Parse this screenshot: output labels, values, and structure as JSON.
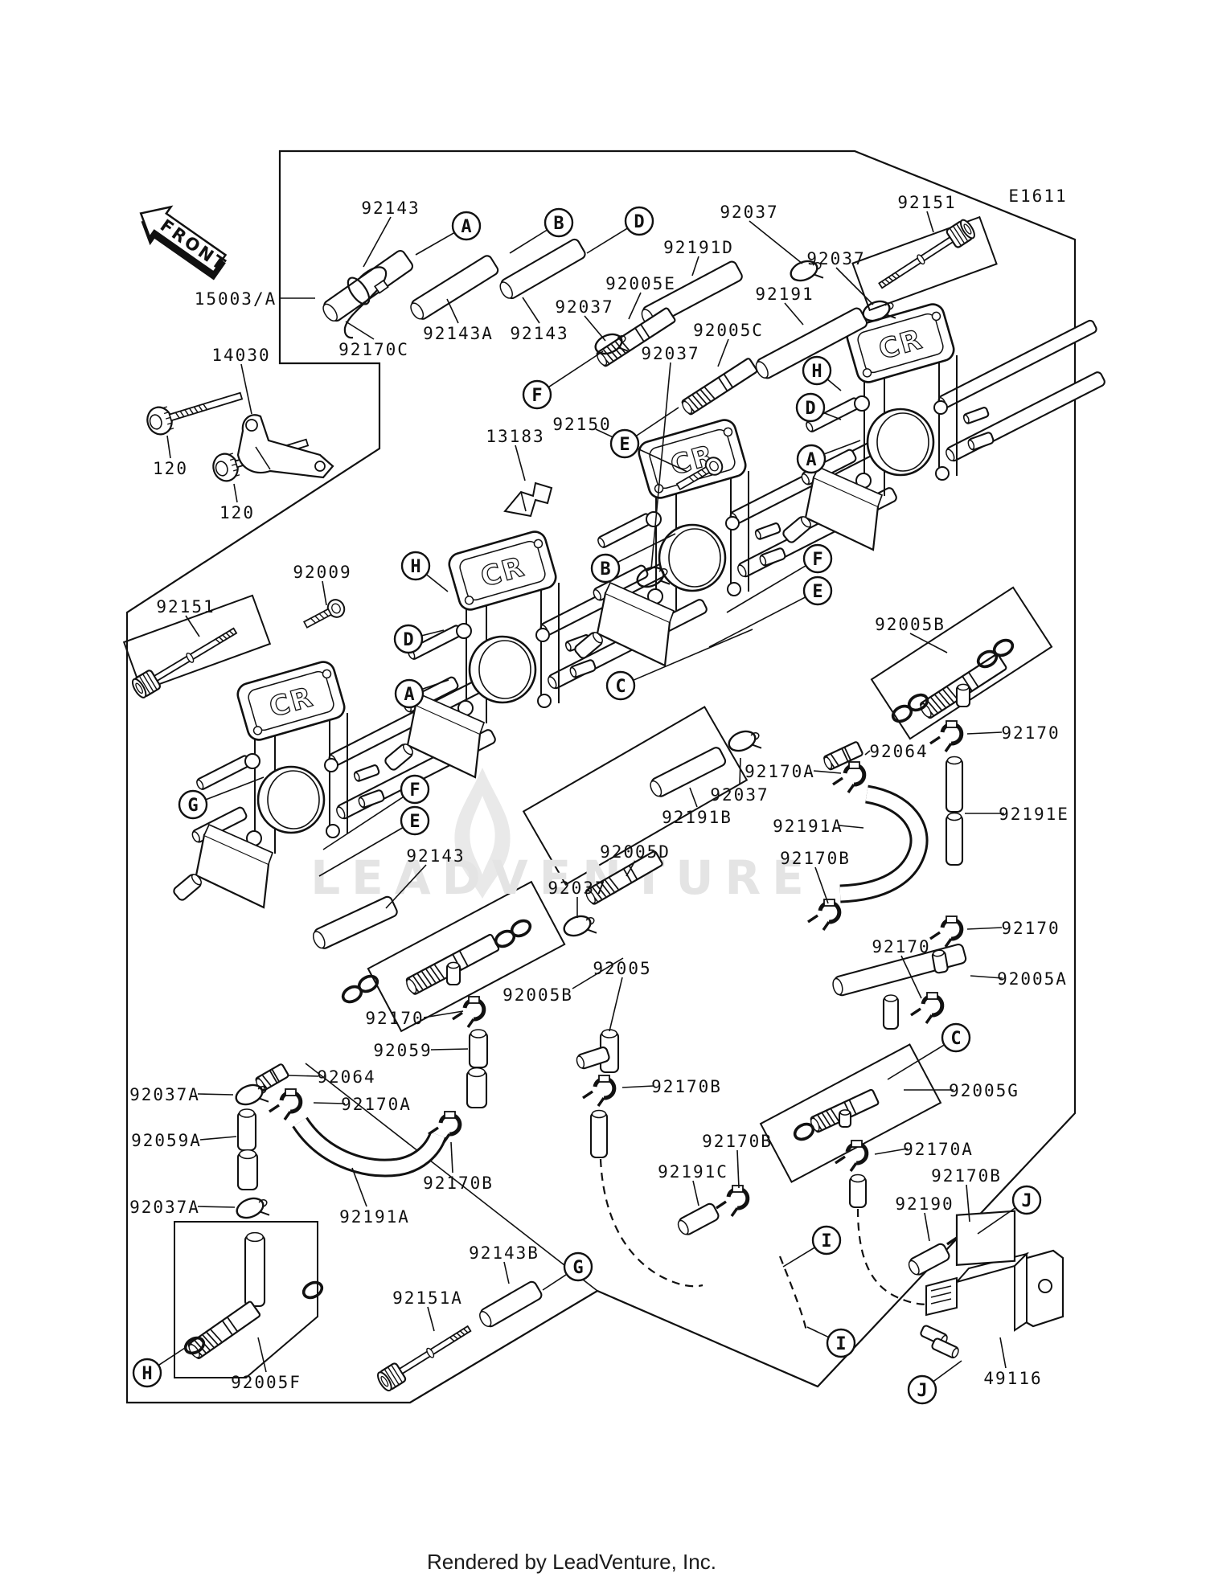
{
  "meta": {
    "code": "E1611",
    "front": "FRONT",
    "cap_logo": "CR",
    "watermark": "LEADVENTURE",
    "footer": "Rendered by LeadVenture, Inc.",
    "colors": {
      "line": "#111111",
      "background": "#ffffff",
      "watermark": "#e4e4e4"
    }
  },
  "part_labels": [
    [
      "15003/A",
      293,
      371,
      [
        347,
        371,
        392,
        371
      ]
    ],
    [
      "92143",
      486,
      258,
      [
        486,
        270,
        452,
        332
      ]
    ],
    [
      "92143A",
      570,
      414,
      [
        570,
        402,
        556,
        372
      ]
    ],
    [
      "92143",
      671,
      414,
      [
        671,
        402,
        650,
        370
      ]
    ],
    [
      "92170C",
      465,
      434,
      [
        465,
        422,
        430,
        400
      ]
    ],
    [
      "14030",
      300,
      441,
      [
        300,
        453,
        313,
        515
      ]
    ],
    [
      "120",
      212,
      582,
      [
        212,
        570,
        208,
        542
      ]
    ],
    [
      "120",
      295,
      637,
      [
        295,
        625,
        291,
        602
      ]
    ],
    [
      "92005E",
      797,
      352,
      [
        797,
        364,
        782,
        397
      ]
    ],
    [
      "92191D",
      869,
      307,
      [
        869,
        319,
        861,
        343
      ]
    ],
    [
      "92037",
      932,
      263,
      [
        932,
        275,
        998,
        328
      ]
    ],
    [
      "92037",
      1040,
      321,
      [
        1040,
        333,
        1086,
        379
      ]
    ],
    [
      "92191",
      976,
      365,
      [
        976,
        377,
        999,
        404
      ]
    ],
    [
      "92005C",
      906,
      410,
      [
        906,
        422,
        893,
        456
      ]
    ],
    [
      "92037",
      727,
      381,
      [
        727,
        393,
        753,
        424
      ]
    ],
    [
      "92037",
      834,
      439,
      [
        834,
        451,
        810,
        708
      ]
    ],
    [
      "92151",
      1153,
      251,
      [
        1153,
        263,
        1161,
        289
      ]
    ],
    [
      "E1611",
      1291,
      243,
      null
    ],
    [
      "92150",
      724,
      527,
      [
        741,
        534,
        855,
        587
      ]
    ],
    [
      "13183",
      641,
      542,
      [
        641,
        554,
        653,
        598
      ]
    ],
    [
      "92009",
      401,
      711,
      [
        401,
        723,
        406,
        753
      ]
    ],
    [
      "92151",
      231,
      754,
      [
        231,
        766,
        248,
        792
      ]
    ],
    [
      "92005B",
      1132,
      776,
      [
        1132,
        788,
        1178,
        812
      ]
    ],
    [
      "92064",
      1118,
      934,
      [
        1082,
        934,
        1076,
        939
      ]
    ],
    [
      "92170A",
      970,
      959,
      [
        1012,
        959,
        1046,
        962
      ]
    ],
    [
      "92170",
      1282,
      911,
      [
        1246,
        911,
        1203,
        913
      ]
    ],
    [
      "92191E",
      1286,
      1012,
      [
        1249,
        1012,
        1200,
        1012
      ]
    ],
    [
      "92170",
      1282,
      1154,
      [
        1246,
        1154,
        1203,
        1156
      ]
    ],
    [
      "92005A",
      1284,
      1217,
      [
        1247,
        1217,
        1207,
        1214
      ]
    ],
    [
      "92170",
      1121,
      1177,
      [
        1121,
        1189,
        1146,
        1242
      ]
    ],
    [
      "92005G",
      1224,
      1356,
      [
        1186,
        1356,
        1124,
        1356
      ]
    ],
    [
      "92170A",
      1167,
      1429,
      [
        1129,
        1429,
        1088,
        1436
      ]
    ],
    [
      "92170B",
      1202,
      1462,
      [
        1202,
        1474,
        1206,
        1520
      ]
    ],
    [
      "92190",
      1150,
      1497,
      [
        1150,
        1509,
        1156,
        1544
      ]
    ],
    [
      "49116",
      1260,
      1714,
      [
        1251,
        1702,
        1244,
        1664
      ]
    ],
    [
      "92037",
      920,
      988,
      [
        920,
        976,
        921,
        943
      ]
    ],
    [
      "92191B",
      867,
      1016,
      [
        867,
        1004,
        858,
        980
      ]
    ],
    [
      "92005D",
      790,
      1059,
      [
        790,
        1071,
        779,
        1090
      ]
    ],
    [
      "92191A",
      1005,
      1027,
      [
        1044,
        1027,
        1074,
        1030
      ]
    ],
    [
      "92170B",
      1014,
      1067,
      [
        1014,
        1079,
        1030,
        1124
      ]
    ],
    [
      "92005",
      774,
      1204,
      [
        774,
        1216,
        758,
        1283
      ]
    ],
    [
      "92037",
      718,
      1104,
      [
        718,
        1116,
        718,
        1142
      ]
    ],
    [
      "92143",
      542,
      1064,
      [
        530,
        1076,
        480,
        1130
      ]
    ],
    [
      "92005B",
      669,
      1237,
      [
        712,
        1230,
        775,
        1192
      ]
    ],
    [
      "92170",
      491,
      1266,
      [
        527,
        1266,
        576,
        1258
      ]
    ],
    [
      "92059",
      501,
      1306,
      [
        536,
        1306,
        582,
        1305
      ]
    ],
    [
      "92064",
      431,
      1339,
      [
        396,
        1339,
        358,
        1338
      ]
    ],
    [
      "92170A",
      468,
      1373,
      [
        429,
        1373,
        390,
        1372
      ]
    ],
    [
      "92037A",
      205,
      1361,
      [
        246,
        1361,
        290,
        1362
      ]
    ],
    [
      "92059A",
      207,
      1418,
      [
        249,
        1418,
        294,
        1414
      ]
    ],
    [
      "92037A",
      205,
      1501,
      [
        246,
        1501,
        292,
        1502
      ]
    ],
    [
      "92191A",
      466,
      1513,
      [
        456,
        1501,
        438,
        1453
      ]
    ],
    [
      "92170B",
      570,
      1471,
      [
        563,
        1459,
        561,
        1421
      ]
    ],
    [
      "92170B",
      854,
      1351,
      [
        813,
        1351,
        774,
        1353
      ]
    ],
    [
      "92170B",
      917,
      1419,
      [
        917,
        1431,
        919,
        1478
      ]
    ],
    [
      "92191C",
      862,
      1457,
      [
        862,
        1469,
        869,
        1500
      ]
    ],
    [
      "92143B",
      627,
      1558,
      [
        627,
        1570,
        633,
        1597
      ]
    ],
    [
      "92151A",
      532,
      1614,
      [
        532,
        1626,
        540,
        1656
      ]
    ],
    [
      "92005F",
      331,
      1719,
      [
        331,
        1707,
        321,
        1664
      ]
    ]
  ],
  "callouts": [
    [
      "A",
      580,
      281,
      [
        517,
        317
      ]
    ],
    [
      "B",
      695,
      277,
      [
        634,
        315
      ]
    ],
    [
      "D",
      795,
      275,
      [
        730,
        315
      ]
    ],
    [
      "F",
      668,
      491,
      [
        750,
        437
      ]
    ],
    [
      "E",
      777,
      552,
      [
        844,
        507
      ]
    ],
    [
      "H",
      1016,
      461,
      [
        1046,
        486
      ]
    ],
    [
      "D",
      1008,
      507,
      [
        1046,
        522
      ]
    ],
    [
      "A",
      1009,
      571,
      [
        1070,
        548
      ]
    ],
    [
      "B",
      753,
      707,
      [
        840,
        664
      ]
    ],
    [
      "C",
      772,
      853,
      [
        936,
        783
      ]
    ],
    [
      "F",
      1017,
      695,
      [
        904,
        762
      ]
    ],
    [
      "E",
      1017,
      735,
      [
        882,
        805
      ]
    ],
    [
      "H",
      517,
      704,
      [
        557,
        736
      ]
    ],
    [
      "D",
      508,
      795,
      [
        552,
        784
      ]
    ],
    [
      "A",
      509,
      863,
      [
        558,
        846
      ]
    ],
    [
      "G",
      240,
      1001,
      [
        328,
        967
      ]
    ],
    [
      "F",
      516,
      982,
      [
        402,
        1057
      ]
    ],
    [
      "E",
      516,
      1021,
      [
        397,
        1090
      ]
    ],
    [
      "C",
      1189,
      1291,
      [
        1104,
        1343
      ]
    ],
    [
      "G",
      719,
      1576,
      [
        675,
        1605
      ]
    ],
    [
      "H",
      183,
      1708,
      [
        230,
        1677
      ]
    ],
    [
      "I",
      1028,
      1543,
      [
        974,
        1576
      ]
    ],
    [
      "I",
      1046,
      1671,
      [
        1004,
        1651
      ]
    ],
    [
      "J",
      1277,
      1493,
      [
        1216,
        1535
      ]
    ],
    [
      "J",
      1147,
      1729,
      [
        1196,
        1693
      ]
    ]
  ]
}
